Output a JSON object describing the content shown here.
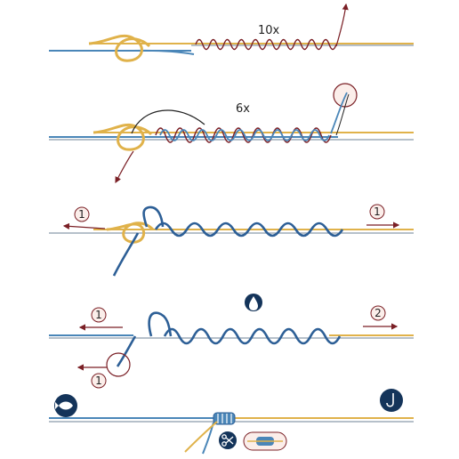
{
  "colors": {
    "line_gray": "#8a9bab",
    "blue_line": "#4a86b8",
    "dark_blue": "#2d5f96",
    "yellow_line": "#e0b24a",
    "dark_yellow": "#c9962e",
    "arrow_red": "#7a1f25",
    "circle_fill": "#fbeeea",
    "icon_navy": "#14345a"
  },
  "step1": {
    "turns_label": "10x"
  },
  "step2": {
    "turns_label": "6x"
  },
  "step3": {
    "left_badge": "1",
    "right_badge": "1"
  },
  "step4": {
    "left_badge": "1",
    "right_badge": "2",
    "bottom_badge": "1",
    "icon": "water-drop-icon"
  },
  "step5": {
    "left_icon": "fish-icon",
    "right_icon": "hook-icon",
    "tool_icon": "scissors-icon"
  }
}
